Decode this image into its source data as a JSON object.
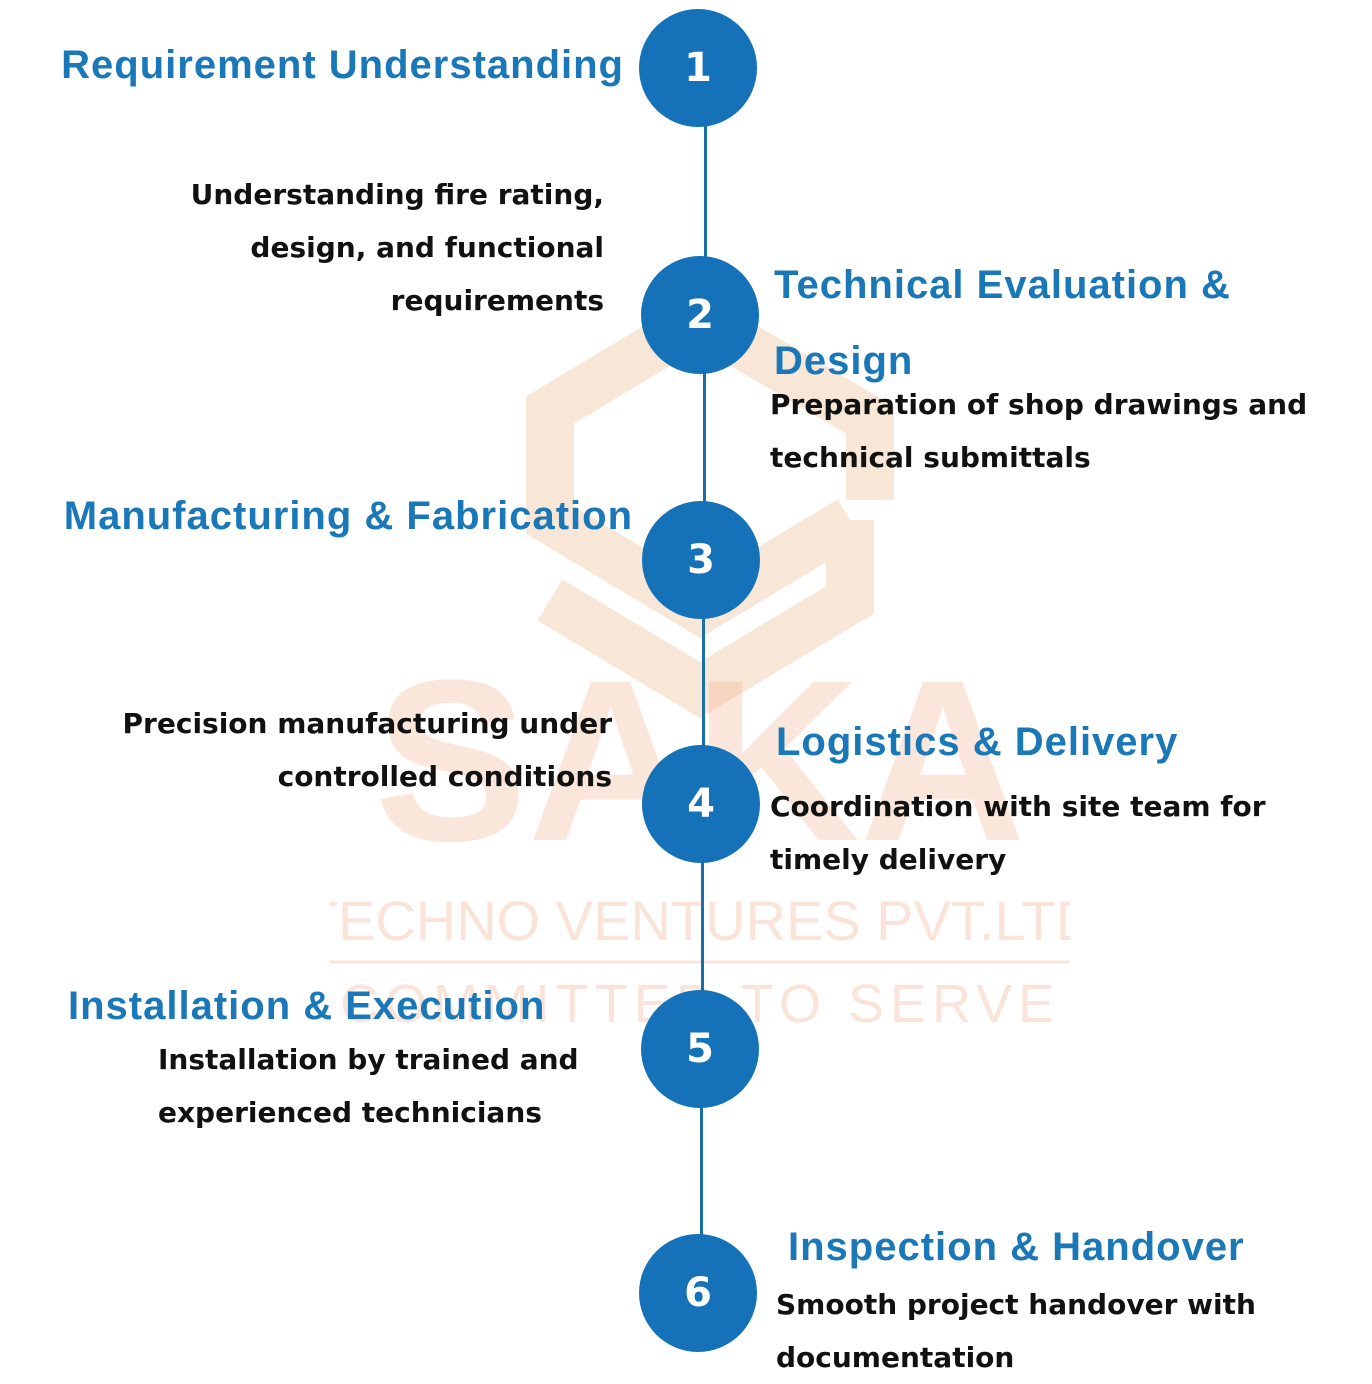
{
  "steps": [
    {
      "number": "1",
      "title": "Requirement Understanding",
      "description": "Understanding fire rating, design, and functional requirements"
    },
    {
      "number": "2",
      "title": "Technical Evaluation & Design",
      "description": "Preparation of shop drawings and technical submittals"
    },
    {
      "number": "3",
      "title": "Manufacturing & Fabrication",
      "description": "Precision manufacturing under controlled conditions"
    },
    {
      "number": "4",
      "title": "Logistics & Delivery",
      "description": "Coordination with site team for timely delivery"
    },
    {
      "number": "5",
      "title": "Installation & Execution",
      "description": "Installation by trained and experienced technicians"
    },
    {
      "number": "6",
      "title": "Inspection & Handover",
      "description": "Smooth project handover with documentation"
    }
  ],
  "watermark": {
    "brand": "SAKA",
    "company": "TECHNO VENTURES PVT.LTD",
    "tagline": "COMMITTED TO SERVE"
  },
  "colors": {
    "circle": "#1572b8",
    "title": "#1b78b8",
    "description": "#111111",
    "connector": "#1a6fa8"
  }
}
